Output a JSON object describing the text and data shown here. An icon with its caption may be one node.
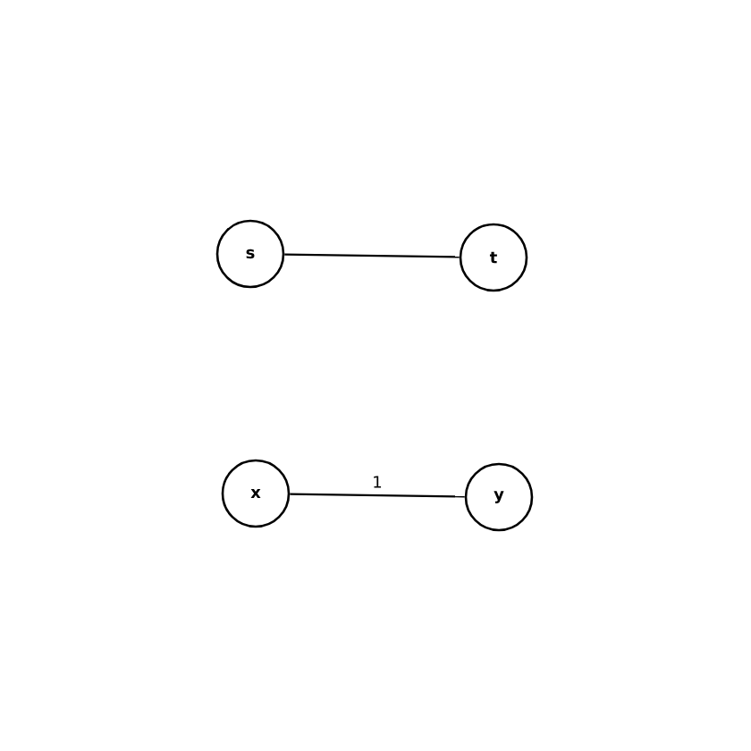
{
  "diagram": {
    "nodes": [
      {
        "text": [
          "s"
        ]
      },
      {
        "text": [
          "t"
        ]
      },
      {
        "text": [
          "x"
        ]
      },
      {
        "text": [
          "y"
        ]
      }
    ],
    "edges": [
      {
        "from": 0,
        "to": 1,
        "arrow": "none"
      },
      {
        "from": 2,
        "to": 3,
        "arrow": "none",
        "label": "1"
      }
    ]
  }
}
